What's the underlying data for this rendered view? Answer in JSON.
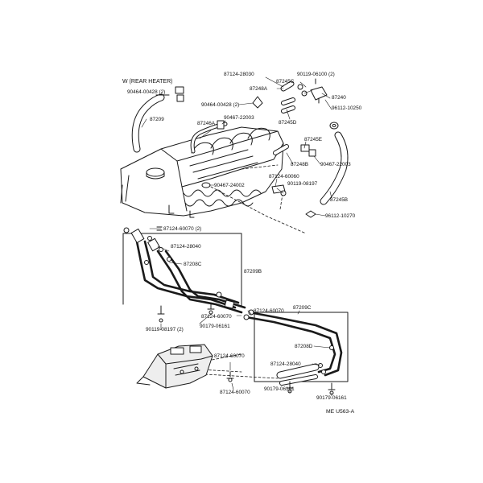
{
  "header": {
    "variant": "W (REAR HEATER)"
  },
  "figure_ref": "ME U563-A",
  "callouts": {
    "c01": "87124-28030",
    "c02": "90119-06100 (2)",
    "c03": "87245C",
    "c04": "87248A",
    "c05": "90464-00428 (2)",
    "c06": "87240",
    "c07": "90464-00428 (2)",
    "c08": "96112-10250",
    "c09": "87209",
    "c10": "87246A",
    "c11": "90467-22003",
    "c12": "87245D",
    "c13": "87245E",
    "c14": "87248B",
    "c15": "90467-22003",
    "c16": "87124-60060",
    "c17": "90119-08197",
    "c18": "90467-24002",
    "c19": "87245B",
    "c20": "96112-10270",
    "c21": "87124-60070 (2)",
    "c22": "87124-28040",
    "c23": "87208C",
    "c24": "87209B",
    "c25": "87124-60070",
    "c26": "87209C",
    "c27": "87124-60070",
    "c28": "90119-08197 (2)",
    "c29": "90179-06161",
    "c30": "87208D",
    "c31": "87124-60070",
    "c32": "87124-28040",
    "c33": "87124-60070",
    "c34": "90179-06161",
    "c35": "90179-06161"
  },
  "colors": {
    "line": "#1a1a1a",
    "fill": "#ffffff",
    "shade": "#dcdcdc"
  }
}
